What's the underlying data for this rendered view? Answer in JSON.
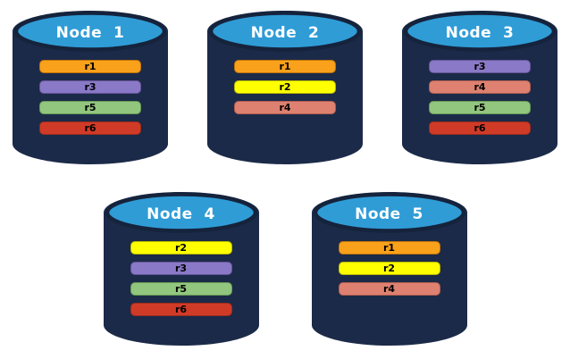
{
  "diagram": {
    "description": "Five database nodes with replicated partitions"
  },
  "colors": {
    "cylinder_body": "#1B2A48",
    "cylinder_top": "#2F9CD6",
    "cylinder_top_border": "#15233C",
    "title_text": "#FFFFFF",
    "bar_text": "#000000",
    "page_background": "#FFFFFF"
  },
  "replica_colors": {
    "r1": {
      "fill": "#F9A11B",
      "border": "#C07409"
    },
    "r2": {
      "fill": "#FFFF00",
      "border": "#B8B800"
    },
    "r3": {
      "fill": "#8979C6",
      "border": "#665499"
    },
    "r4": {
      "fill": "#DE8170",
      "border": "#B05E4F"
    },
    "r5": {
      "fill": "#92C57E",
      "border": "#679A54"
    },
    "r6": {
      "fill": "#D03B27",
      "border": "#9C2C1D"
    }
  },
  "nodes": [
    {
      "label": "Node  1",
      "row": 1,
      "replicas": [
        "r1",
        "r3",
        "r5",
        "r6"
      ]
    },
    {
      "label": "Node  2",
      "row": 1,
      "replicas": [
        "r1",
        "r2",
        "r4"
      ]
    },
    {
      "label": "Node  3",
      "row": 1,
      "replicas": [
        "r3",
        "r4",
        "r5",
        "r6"
      ]
    },
    {
      "label": "Node  4",
      "row": 2,
      "replicas": [
        "r2",
        "r3",
        "r5",
        "r6"
      ]
    },
    {
      "label": "Node  5",
      "row": 2,
      "replicas": [
        "r1",
        "r2",
        "r4"
      ]
    }
  ]
}
